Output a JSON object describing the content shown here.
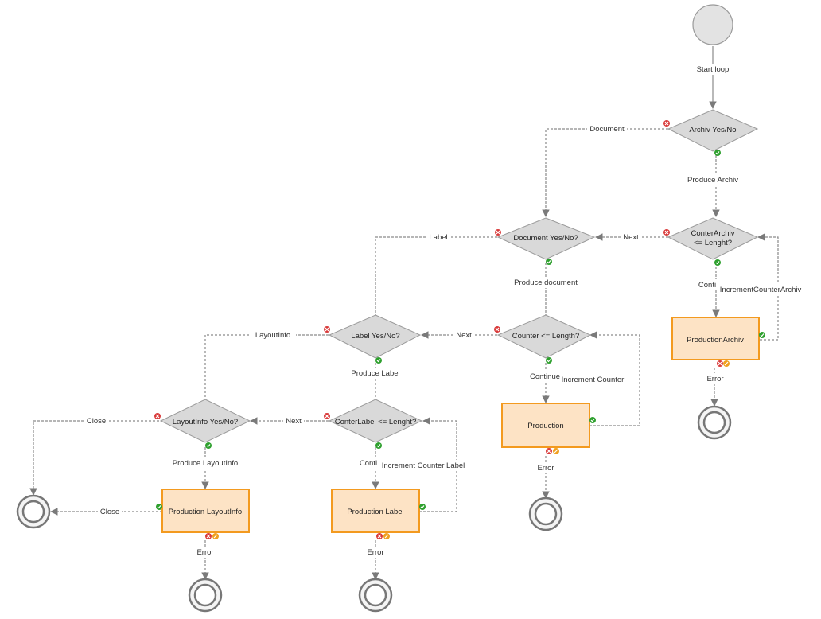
{
  "nodes": {
    "start": {
      "label": ""
    },
    "archiv_decision": {
      "label": "Archiv Yes/No"
    },
    "conter_archiv_decision": {
      "label1": "ConterArchiv",
      "label2": "<= Lenght?"
    },
    "production_archiv": {
      "label": "ProductionArchiv"
    },
    "document_decision": {
      "label": "Document Yes/No?"
    },
    "counter_decision": {
      "label": "Counter <= Length?"
    },
    "production": {
      "label": "Production"
    },
    "label_decision": {
      "label": "Label Yes/No?"
    },
    "conter_label_decision": {
      "label": "ConterLabel <= Lenght?"
    },
    "production_label": {
      "label": "Production Label"
    },
    "layoutinfo_decision": {
      "label": "LayoutInfo Yes/No?"
    },
    "production_layoutinfo": {
      "label": "Production LayoutInfo"
    }
  },
  "edges": {
    "start_loop": "Start loop",
    "document": "Document",
    "produce_archiv": "Produce Archiv",
    "next_archiv": "Next",
    "conti_archiv": "Conti",
    "increment_counter_archiv": "IncrementCounterArchiv",
    "error_archiv": "Error",
    "label": "Label",
    "produce_document": "Produce document",
    "next_counter": "Next",
    "continue": "Continue",
    "increment_counter": "Increment Counter",
    "error_production": "Error",
    "layoutinfo": "LayoutInfo",
    "produce_label": "Produce Label",
    "next_label": "Next",
    "conti_label": "Conti",
    "increment_counter_label": "Increment Counter Label",
    "error_label": "Error",
    "close_1": "Close",
    "produce_layoutinfo": "Produce LayoutInfo",
    "close_2": "Close",
    "error_layoutinfo": "Error"
  },
  "colors": {
    "task_fill": "#fde3c5",
    "task_border": "#f39a1f",
    "decision_fill": "#d9d9d9",
    "connector": "#8a8a8a",
    "success": "#2ea02e",
    "error": "#d93a3a",
    "warning": "#f0a020"
  }
}
